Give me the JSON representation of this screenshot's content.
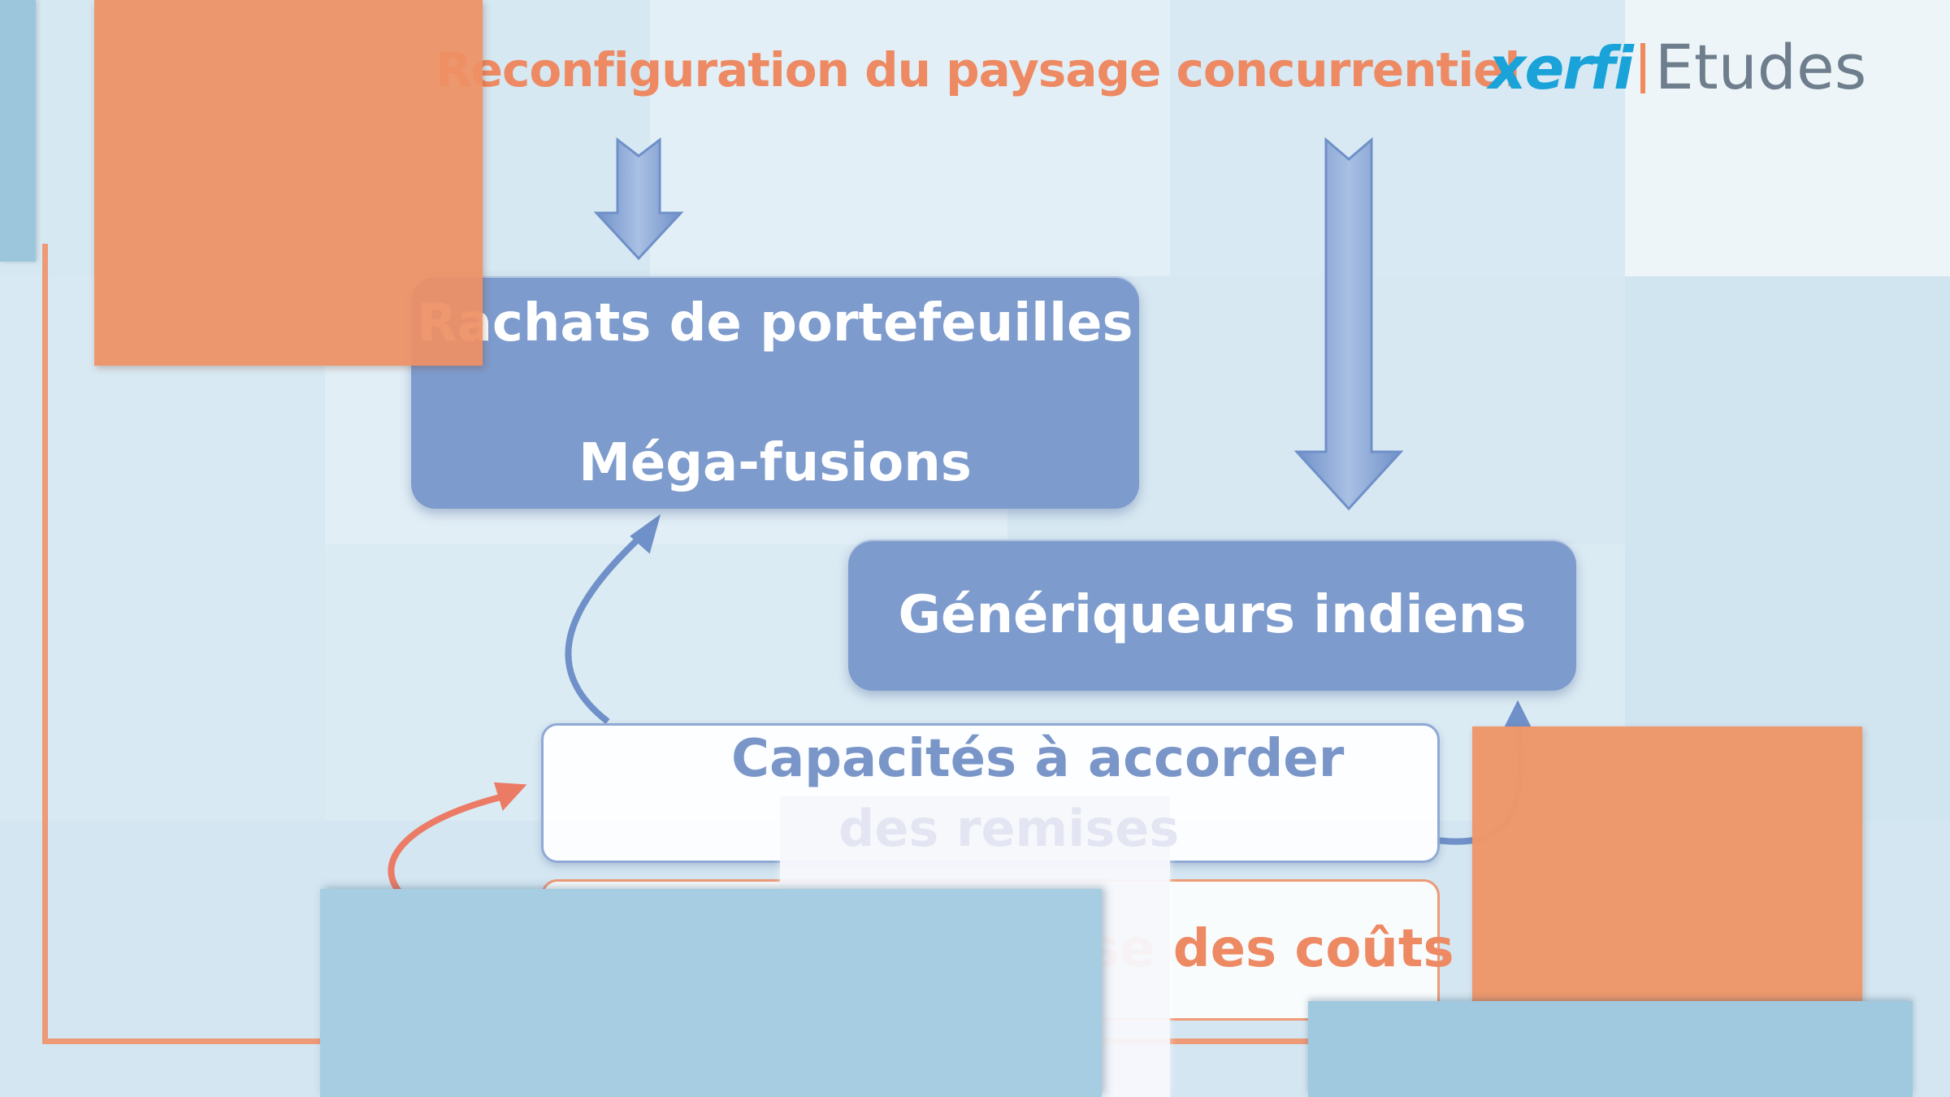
{
  "header": {
    "title": "Reconfiguration du paysage concurrentiel",
    "logo": {
      "brand": "xerfi",
      "product": "Etudes"
    }
  },
  "diagram": {
    "box_rachats": {
      "line1": "Rachats de portefeuilles",
      "line2": "Méga-fusions"
    },
    "box_generiqueurs": {
      "label": "Génériqueurs indiens"
    },
    "box_capacites": {
      "line1": "Capacités à accorder",
      "line2": "des remises"
    },
    "box_couts": {
      "label_visible": "se des coûts"
    }
  },
  "colors": {
    "background": "#dcebf4",
    "title_orange": "#ee8a63",
    "box_blue": "#7d9bcc",
    "accent_orange": "#ee9a72",
    "tile_blue": "#a6cde2",
    "logo_blue": "#1aa3d9",
    "logo_gray": "#6e7e8c"
  }
}
